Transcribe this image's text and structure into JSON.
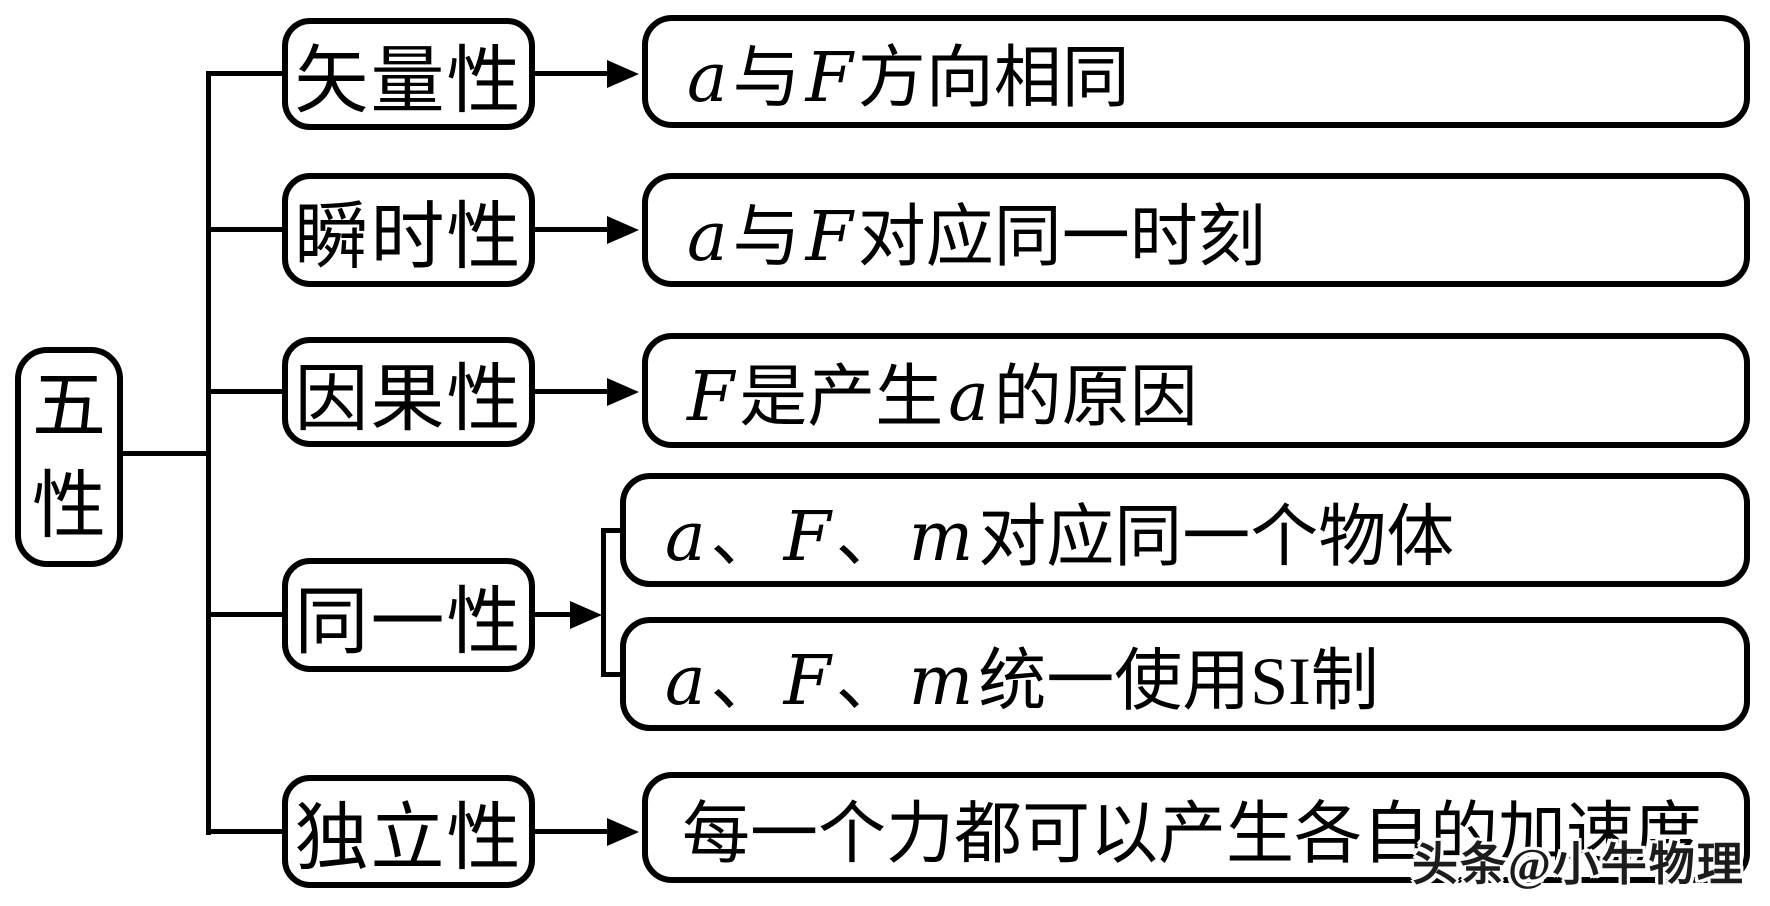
{
  "diagram": {
    "title_node": {
      "label": "五性",
      "chars": [
        "五",
        "性"
      ]
    },
    "rows": [
      {
        "label": "矢量性",
        "text": "a与F方向相同"
      },
      {
        "label": "瞬时性",
        "text": "a与F对应同一时刻"
      },
      {
        "label": "因果性",
        "text": "F是产生a的原因"
      },
      {
        "label": "同一性",
        "texts": [
          "a、F、m对应同一个物体",
          "a、F、m统一使用SI制"
        ]
      },
      {
        "label": "独立性",
        "text": "每一个力都可以产生各自的加速度"
      }
    ],
    "watermark": "头条@小牛物理",
    "colors": {
      "line": "#000000",
      "background": "#ffffff",
      "watermark_text": "#1c1c1c"
    }
  }
}
